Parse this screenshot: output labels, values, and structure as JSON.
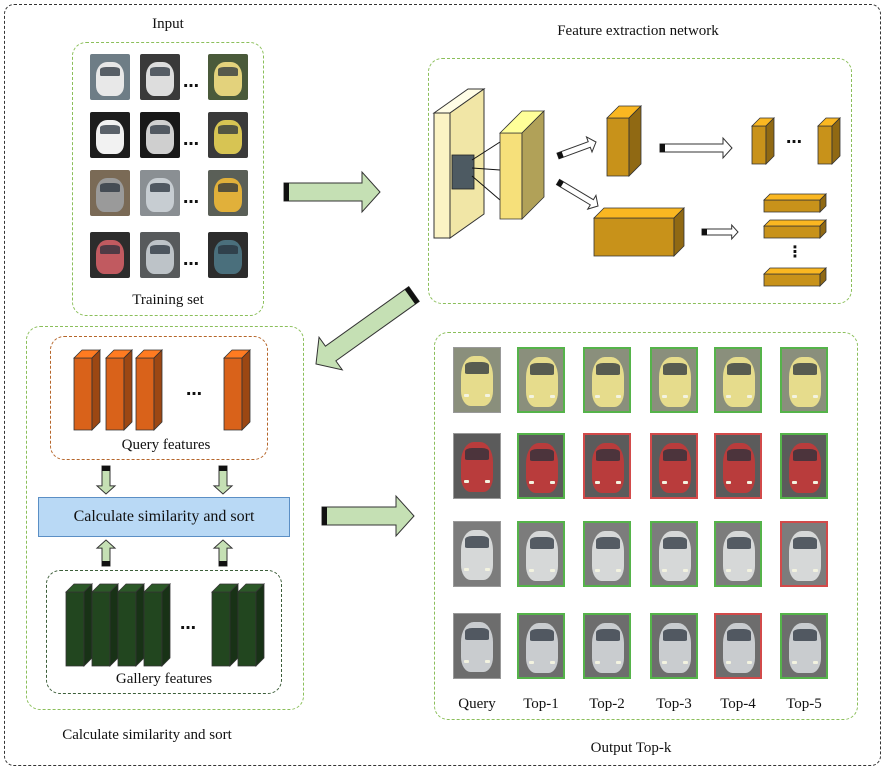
{
  "labels": {
    "input": "Input",
    "training_set": "Training set",
    "feature_extraction": "Feature extraction network",
    "query_features": "Query features",
    "calc_box": "Calculate similarity and sort",
    "gallery_features": "Gallery features",
    "calc_section": "Calculate similarity and sort",
    "output": "Output Top-k"
  },
  "ellipsis": "…",
  "vertical_ellipsis": "⋮",
  "result_columns": [
    "Query",
    "Top-1",
    "Top-2",
    "Top-3",
    "Top-4",
    "Top-5"
  ],
  "result_rows": [
    {
      "car": "yellow",
      "borders": [
        "plain",
        "green",
        "green",
        "green",
        "green",
        "green"
      ]
    },
    {
      "car": "red-taxi",
      "borders": [
        "plain",
        "green",
        "red",
        "red",
        "red",
        "green"
      ]
    },
    {
      "car": "truck",
      "borders": [
        "plain",
        "green",
        "green",
        "green",
        "green",
        "red"
      ]
    },
    {
      "car": "silver-sedan",
      "borders": [
        "plain",
        "green",
        "green",
        "green",
        "red",
        "green"
      ]
    }
  ],
  "colors": {
    "frame_dash": "#8bbf5a",
    "query_feature": "#d9621a",
    "gallery_feature": "#22461f",
    "network_block": "#c8921a",
    "sim_box": "#b9d9f5",
    "arrow_fill": "#c5e0b4",
    "result_correct": "#55b34a",
    "result_wrong": "#d24a4a"
  }
}
